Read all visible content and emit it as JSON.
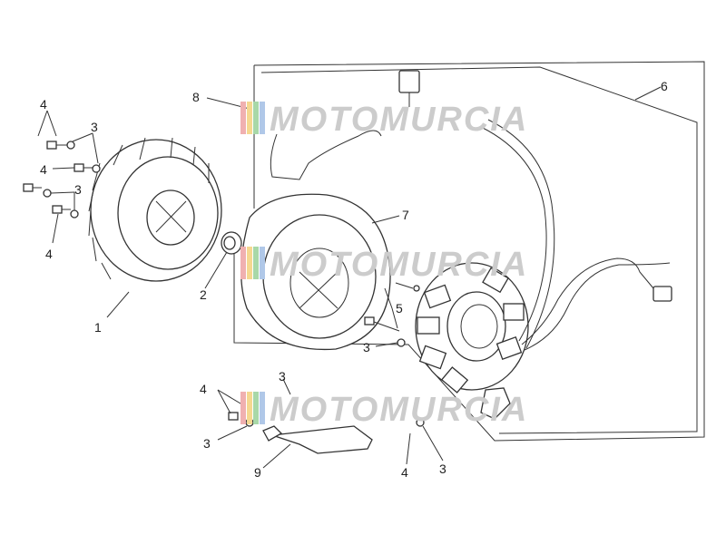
{
  "labels": {
    "l1": "1",
    "l2": "2",
    "l3a": "3",
    "l3b": "3",
    "l3c": "3",
    "l3d": "3",
    "l3e": "3",
    "l3f": "3",
    "l4a": "4",
    "l4b": "4",
    "l4c": "4",
    "l4d": "4",
    "l4e": "4",
    "l5": "5",
    "l6": "6",
    "l7": "7",
    "l8": "8",
    "l9": "9"
  },
  "watermark": {
    "text": "MOTOMURCIA",
    "colors": [
      "#f0b0b0",
      "#f5d890",
      "#a8d8a8",
      "#b0c8e8"
    ]
  }
}
